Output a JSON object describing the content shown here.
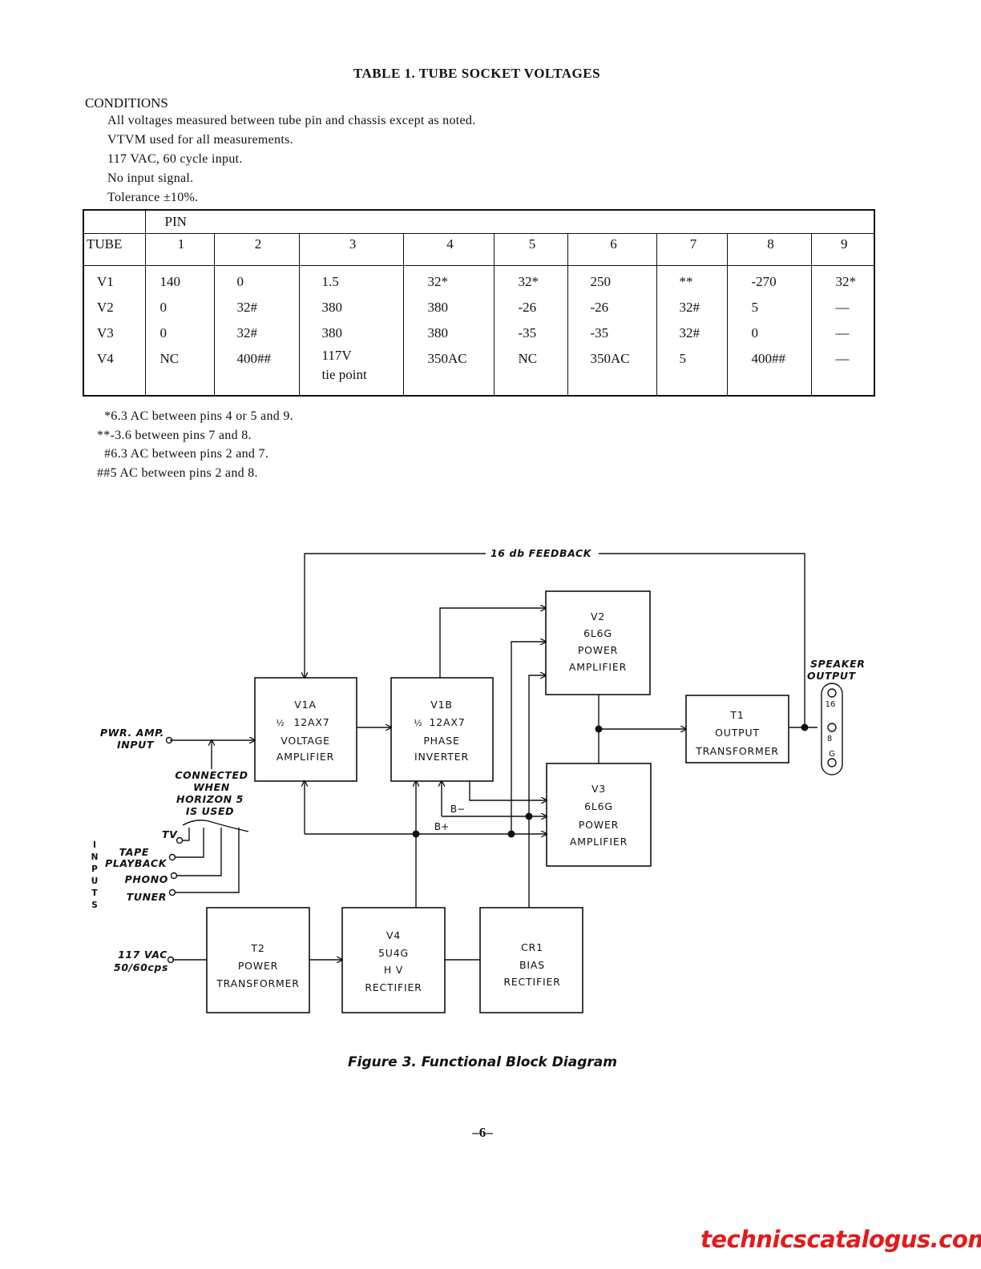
{
  "title": "TABLE 1.  TUBE SOCKET VOLTAGES",
  "conditions": {
    "heading": "CONDITIONS",
    "lines": [
      "All voltages measured between tube pin and chassis except as noted.",
      "VTVM used for all measurements.",
      "117 VAC, 60 cycle input.",
      "No input signal.",
      "Tolerance ±10%."
    ]
  },
  "table": {
    "pin_label": "PIN",
    "tube_label": "TUBE",
    "pins": [
      "1",
      "2",
      "3",
      "4",
      "5",
      "6",
      "7",
      "8",
      "9"
    ],
    "rows": [
      {
        "tube": "V1",
        "values": [
          "140",
          "0",
          "1.5",
          "32*",
          "32*",
          "250",
          "**",
          "-270",
          "32*"
        ]
      },
      {
        "tube": "V2",
        "values": [
          "0",
          "32#",
          "380",
          "380",
          "-26",
          "-26",
          "32#",
          "5",
          "—"
        ]
      },
      {
        "tube": "V3",
        "values": [
          "0",
          "32#",
          "380",
          "380",
          "-35",
          "-35",
          "32#",
          "0",
          "—"
        ]
      },
      {
        "tube": "V4",
        "values": [
          "NC",
          "400##",
          "117V",
          "350AC",
          "NC",
          "350AC",
          "5",
          "400##",
          "—"
        ],
        "extra_pin3": "tie point"
      }
    ]
  },
  "notes": [
    "*6.3 AC between pins 4 or 5 and 9.",
    "**-3.6 between pins 7 and 8.",
    "#6.3 AC between pins 2 and 7.",
    "##5 AC between pins 2 and 8."
  ],
  "diagram": {
    "feedback": "16 db FEEDBACK",
    "v1a": {
      "l1": "V1A",
      "l2": "12AX7",
      "frac": "½",
      "l3": "VOLTAGE",
      "l4": "AMPLIFIER"
    },
    "v1b": {
      "l1": "V1B",
      "l2": "12AX7",
      "frac": "½",
      "l3": "PHASE",
      "l4": "INVERTER"
    },
    "v2": {
      "l1": "V2",
      "l2": "6L6G",
      "l3": "POWER",
      "l4": "AMPLIFIER"
    },
    "v3": {
      "l1": "V3",
      "l2": "6L6G",
      "l3": "POWER",
      "l4": "AMPLIFIER"
    },
    "t1": {
      "l1": "T1",
      "l2": "OUTPUT",
      "l3": "TRANSFORMER"
    },
    "t2": {
      "l1": "T2",
      "l2": "POWER",
      "l3": "TRANSFORMER"
    },
    "v4": {
      "l1": "V4",
      "l2": "5U4G",
      "l3": "H V",
      "l4": "RECTIFIER"
    },
    "cr1": {
      "l1": "CR1",
      "l2": "BIAS",
      "l3": "RECTIFIER"
    },
    "pwr_input": {
      "l1": "PWR. AMP.",
      "l2": "INPUT"
    },
    "connected": {
      "l1": "CONNECTED",
      "l2": "WHEN",
      "l3": "HORIZON 5",
      "l4": "IS USED"
    },
    "inputs_label": [
      "I",
      "N",
      "P",
      "U",
      "T",
      "S"
    ],
    "inputs": {
      "tv": "TV",
      "tape1": "TAPE",
      "tape2": "PLAYBACK",
      "phono": "PHONO",
      "tuner": "TUNER"
    },
    "vac": {
      "l1": "117 VAC",
      "l2": "50/60cps"
    },
    "speaker": {
      "l1": "SPEAKER",
      "l2": "OUTPUT",
      "t16": "16",
      "t8": "8",
      "tg": "G"
    },
    "b_minus": "B−",
    "b_plus": "B+"
  },
  "figure_caption": "Figure 3.  Functional Block Diagram",
  "page_number": "–6–",
  "watermark": "technicscatalogus.com"
}
